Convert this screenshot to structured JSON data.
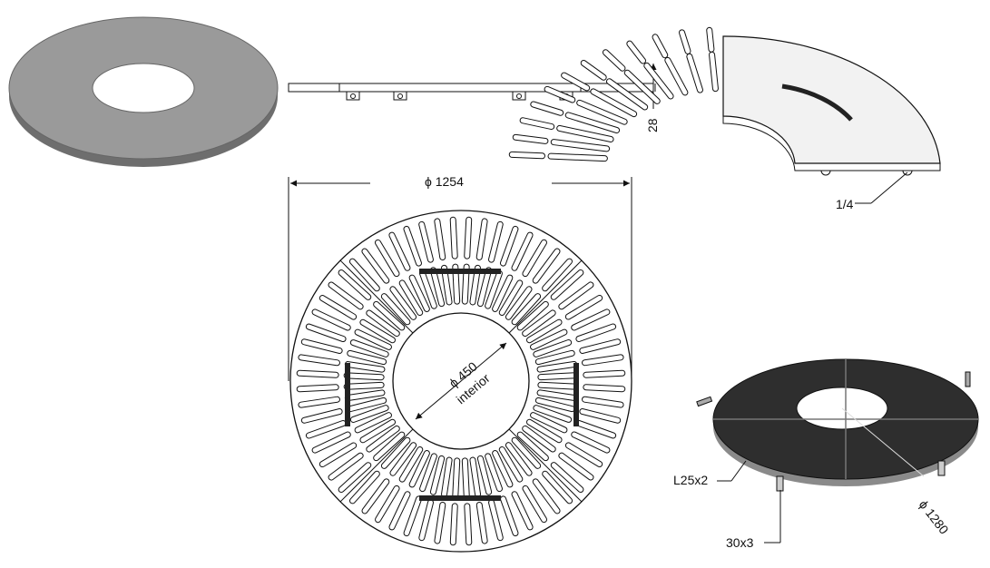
{
  "dimensions": {
    "outer_diameter": "ϕ 1254",
    "inner_diameter": "ϕ 450",
    "inner_note": "interior",
    "thickness": "28",
    "quarter": "1/4",
    "frame_diameter": "ϕ 1280",
    "angle_profile": "L25x2",
    "flat_bar": "30x3"
  },
  "colors": {
    "grating_iso": "#8a8a8a",
    "frame_dark": "#2e2e2e",
    "line": "#111111"
  }
}
